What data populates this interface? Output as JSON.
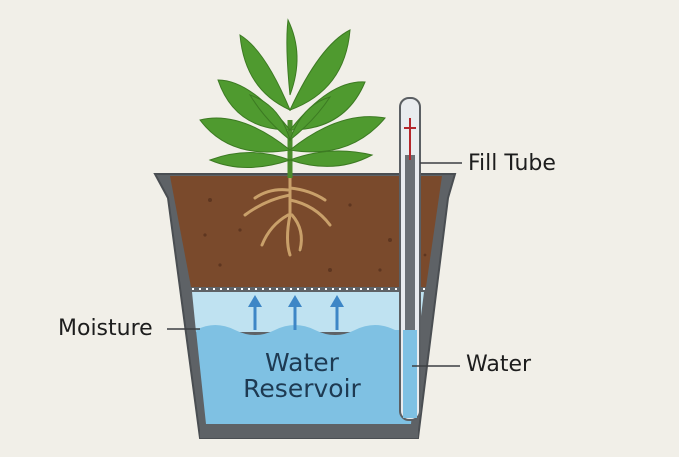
{
  "labels": {
    "fill_tube": "Fill Tube",
    "moisture": "Moisture",
    "water": "Water",
    "reservoir_line1": "Water",
    "reservoir_line2": "Reservoir"
  },
  "colors": {
    "background": "#f1efe8",
    "soil": "#7a4a2c",
    "water": "#7fc1e3",
    "moisture_zone": "#bfe2f1",
    "pot": "#5b5f63",
    "leaf": "#4f9a2f",
    "root": "#c9a06a",
    "tube_indicator": "#b3262c"
  }
}
